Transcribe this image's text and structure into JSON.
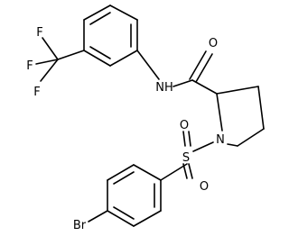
{
  "molecule": {
    "atoms": {
      "o_carbonyl": "O",
      "nh": "NH",
      "n_ring": "N",
      "s": "S",
      "o_sulfonyl_top": "O",
      "o_sulfonyl_bottom": "O",
      "f_top": "F",
      "f_left": "F",
      "f_bottom": "F",
      "br": "Br"
    }
  }
}
